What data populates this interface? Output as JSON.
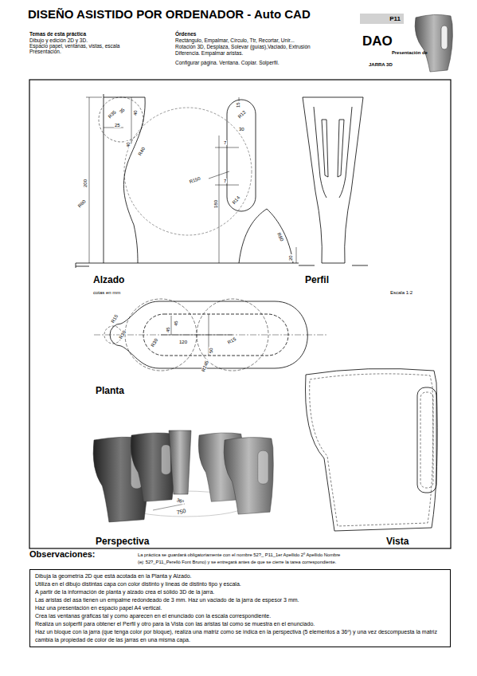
{
  "diagram": {
    "title": "DISEÑO ASISTIDO POR ORDENADOR - Auto CAD",
    "nodes": [
      {
        "text": [
          "P11"
        ]
      },
      {
        "text": [
          "Dibuja la geometría 2D que está acotada en la Planta y Alzado.",
          "Utiliza en el dibujo distintas capa con color distinto y líneas de distinto tipo y escala.",
          "A partir de la información de planta y alzado crea el sólido 3D de la jarra.",
          "Las aristas del asa tienen un empalme redondeado de 3 mm. Haz un vaciado de la jarra de espesor 3 mm.",
          "Haz una presentación en espacio papel A4 vertical.",
          "Crea las ventanas gráficas tal y como aparecen en el enunciado con la escala correspondiente.",
          "Realiza un solperfil para obtener el Perfil y otro para la Vista con las aristas tal como se muestra en el enunciado.",
          "Haz un bloque con la jarra (que tenga color por bloque), realiza una matriz como se indica en la perspectiva (5 elementos a 36º) y una vez descompuesta la matriz cambia la propiedad de color de las jarras en una misma capa."
        ]
      }
    ],
    "labels": [
      "Temas de esta práctica",
      "Dibujo y edición 2D y 3D.",
      "Espacio papel, ventanas, vistas, escala",
      "Presentación.",
      "Órdenes",
      "Rectángulo, Empalmar, Círculo, Ttr, Recortar, Unir...",
      "Rotación 3D, Desplaza, Solevar (guías),Vaciado, Extrusión",
      "Diferencia. Empalmar aristas.",
      "Configurar página. Ventana. Copiar. Solperfil.",
      "DAO",
      "Presentación de",
      "JARRA 3D",
      "35",
      "R35",
      "25",
      "40",
      "40",
      "R40",
      "200",
      "R80",
      "15",
      "R12",
      "30",
      "7",
      "7",
      "R150",
      "180",
      "R14",
      "R80",
      "20",
      "Alzado",
      "cotas en mm",
      "Perfil",
      "Escala 1:2",
      "R15",
      "R30",
      "R30",
      "45",
      "45",
      "120",
      "R15",
      "50",
      "R245",
      "Planta",
      "36º",
      "750",
      "Perspectiva",
      "Vista",
      "Observaciones:",
      "La práctica se guardará obligatoriamente con el nombre 52?_ P11_1er Apellido 2º Apellido Nombre",
      "(ej: 52?_P11_Perelló Font Bruno) y se entregará antes de que se cierre la tarea correspondiente."
    ]
  }
}
